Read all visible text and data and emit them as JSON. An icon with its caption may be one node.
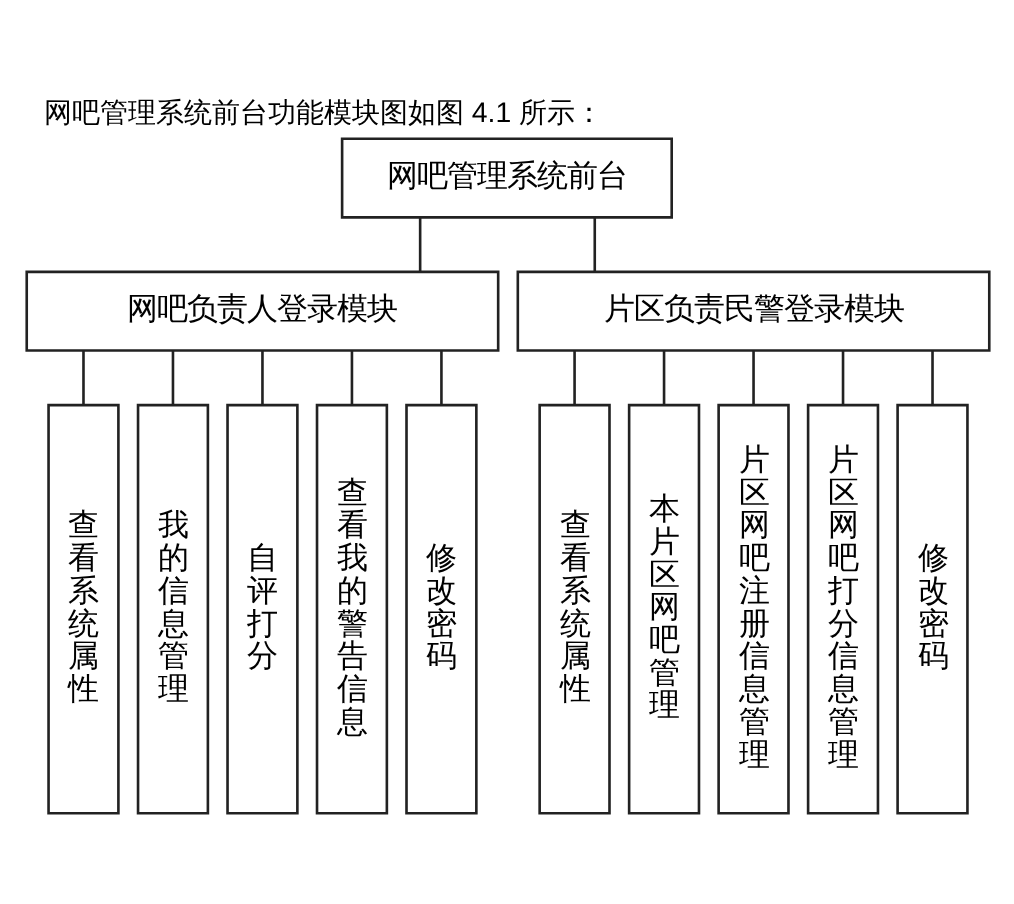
{
  "diagram": {
    "title": "网吧管理系统前台功能模块图如图 4.1 所示：",
    "nodes": [
      {
        "text": [
          "网吧管理系统前台"
        ]
      },
      {
        "text": [
          "网吧负责人登录模块"
        ]
      },
      {
        "text": [
          "片区负责民警登录模块"
        ]
      },
      {
        "text": [
          "查看系统属性"
        ]
      },
      {
        "text": [
          "我的信息管理"
        ]
      },
      {
        "text": [
          "自评打分"
        ]
      },
      {
        "text": [
          "查看我的警告信息"
        ]
      },
      {
        "text": [
          "修改密码"
        ]
      },
      {
        "text": [
          "查看系统属性"
        ]
      },
      {
        "text": [
          "本片区网吧管理"
        ]
      },
      {
        "text": [
          "片区网吧注册信息管理"
        ]
      },
      {
        "text": [
          "片区网吧打分信息管理"
        ]
      },
      {
        "text": [
          "修改密码"
        ]
      }
    ],
    "edges": [
      {
        "from": 0,
        "to": 1,
        "arrow": "none"
      },
      {
        "from": 0,
        "to": 2,
        "arrow": "none"
      },
      {
        "from": 1,
        "to": 3,
        "arrow": "none"
      },
      {
        "from": 1,
        "to": 4,
        "arrow": "none"
      },
      {
        "from": 1,
        "to": 5,
        "arrow": "none"
      },
      {
        "from": 1,
        "to": 6,
        "arrow": "none"
      },
      {
        "from": 1,
        "to": 7,
        "arrow": "none"
      },
      {
        "from": 2,
        "to": 8,
        "arrow": "none"
      },
      {
        "from": 2,
        "to": 9,
        "arrow": "none"
      },
      {
        "from": 2,
        "to": 10,
        "arrow": "none"
      },
      {
        "from": 2,
        "to": 11,
        "arrow": "none"
      },
      {
        "from": 2,
        "to": 12,
        "arrow": "none"
      }
    ]
  }
}
